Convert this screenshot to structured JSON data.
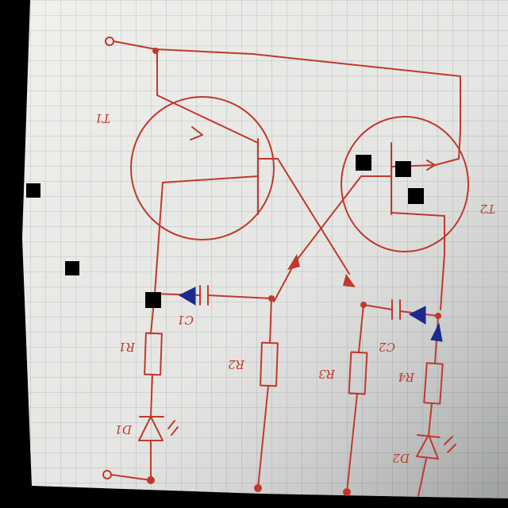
{
  "diagram": {
    "labels": {
      "t1": "T1",
      "t2": "T2",
      "c1": "C1",
      "c2": "C2",
      "r1": "R1",
      "r2": "R2",
      "r3": "R3",
      "r4": "R4",
      "d1": "D1",
      "d2": "D2"
    },
    "colors": {
      "ink": "#c0392b",
      "marker": "#1c2a8c",
      "paper": "#eeeeea",
      "grid": "#a9b3bd"
    }
  }
}
